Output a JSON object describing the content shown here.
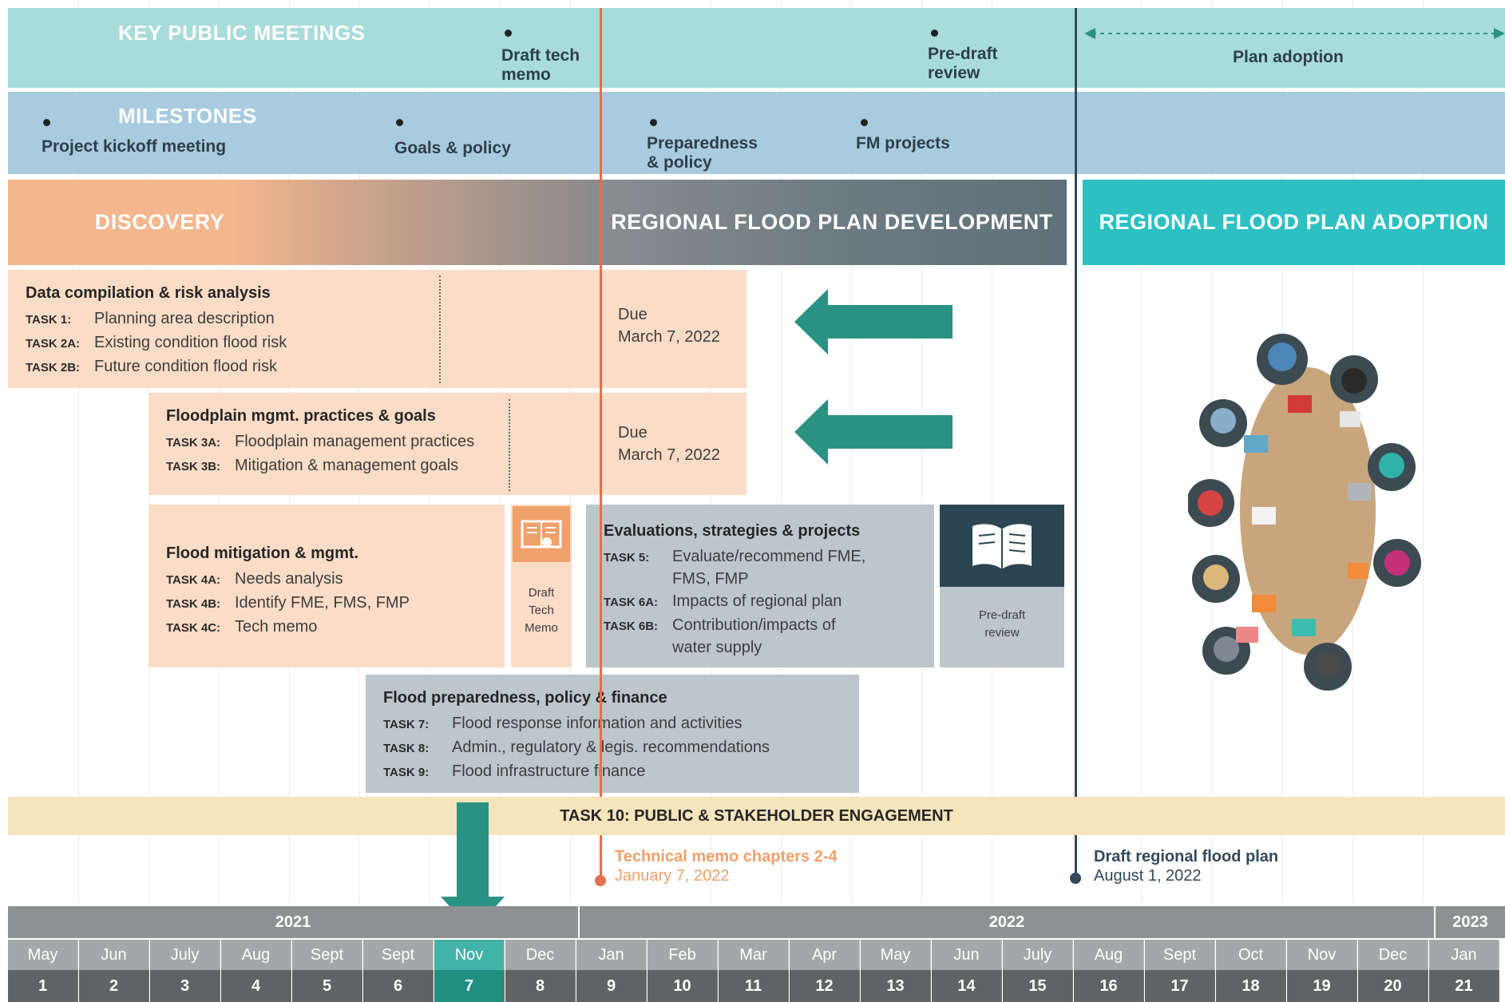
{
  "bands": {
    "meetings": {
      "title": "KEY PUBLIC MEETINGS",
      "events": [
        "Draft tech\nmemo",
        "Pre-draft\nreview"
      ],
      "plan_adoption": "Plan adoption"
    },
    "milestones": {
      "title": "MILESTONES",
      "events": [
        "Project kickoff meeting",
        "Goals & policy",
        "Preparedness\n& policy",
        "FM projects"
      ]
    }
  },
  "phases": {
    "discovery": "DISCOVERY",
    "development": "REGIONAL FLOOD PLAN DEVELOPMENT",
    "adoption": "REGIONAL FLOOD PLAN ADOPTION"
  },
  "tasks": {
    "data": {
      "title": "Data compilation & risk analysis",
      "rows": [
        {
          "k": "TASK 1:",
          "v": "Planning area description"
        },
        {
          "k": "TASK 2A:",
          "v": "Existing condition flood risk"
        },
        {
          "k": "TASK 2B:",
          "v": "Future condition flood risk"
        }
      ],
      "due": "Due\nMarch 7, 2022"
    },
    "floodplain": {
      "title": "Floodplain mgmt. practices & goals",
      "rows": [
        {
          "k": "TASK 3A:",
          "v": "Floodplain management practices"
        },
        {
          "k": "TASK 3B:",
          "v": "Mitigation & management goals"
        }
      ],
      "due": "Due\nMarch 7, 2022"
    },
    "mitigation": {
      "title": "Flood mitigation & mgmt.",
      "rows": [
        {
          "k": "TASK 4A:",
          "v": "Needs analysis"
        },
        {
          "k": "TASK 4B:",
          "v": "Identify FME, FMS, FMP"
        },
        {
          "k": "TASK 4C:",
          "v": "Tech memo"
        }
      ],
      "memo_caption": "Draft\nTech\nMemo"
    },
    "evaluations": {
      "title": "Evaluations, strategies & projects",
      "rows": [
        {
          "k": "TASK 5:",
          "v": "Evaluate/recommend FME,\nFMS, FMP"
        },
        {
          "k": "TASK 6A:",
          "v": "Impacts of regional plan"
        },
        {
          "k": "TASK 6B:",
          "v": "Contribution/impacts of\nwater supply"
        }
      ],
      "review_caption": "Pre-draft\nreview"
    },
    "preparedness": {
      "title": "Flood preparedness, policy & finance",
      "rows": [
        {
          "k": "TASK 7:",
          "v": "Flood response information and activities"
        },
        {
          "k": "TASK 8:",
          "v": "Admin., regulatory & legis. recommendations"
        },
        {
          "k": "TASK 9:",
          "v": "Flood infrastructure finance"
        }
      ]
    }
  },
  "engagement": "TASK 10: PUBLIC & STAKEHOLDER ENGAGEMENT",
  "deadlines": {
    "tech_memo": {
      "title": "Technical memo chapters 2-4",
      "date": "January 7, 2022"
    },
    "draft_plan": {
      "title": "Draft regional flood plan",
      "date": "August 1, 2022"
    }
  },
  "timeline": {
    "years": [
      "2021",
      "2022",
      "2023"
    ],
    "months": [
      "May",
      "Jun",
      "July",
      "Aug",
      "Sept",
      "Sept",
      "Nov",
      "Dec",
      "Jan",
      "Feb",
      "Mar",
      "Apr",
      "May",
      "Jun",
      "July",
      "Aug",
      "Sept",
      "Oct",
      "Nov",
      "Dec",
      "Jan"
    ],
    "numbers": [
      "1",
      "2",
      "3",
      "4",
      "5",
      "6",
      "7",
      "8",
      "9",
      "10",
      "11",
      "12",
      "13",
      "14",
      "15",
      "16",
      "17",
      "18",
      "19",
      "20",
      "21"
    ],
    "highlight_index": 6
  },
  "colors": {
    "arrow": "#2a9283",
    "discovery": "#f3b68d",
    "adoption": "#2cc0c3",
    "meetings_band": "#a7dcdb",
    "milestones_band": "#a8cbe0",
    "red_line": "#e07050",
    "navy_line": "#33495a"
  },
  "icons": [
    "memo-icon",
    "book-icon",
    "meeting-table-illustration",
    "left-arrow-icon",
    "down-arrow-icon"
  ]
}
